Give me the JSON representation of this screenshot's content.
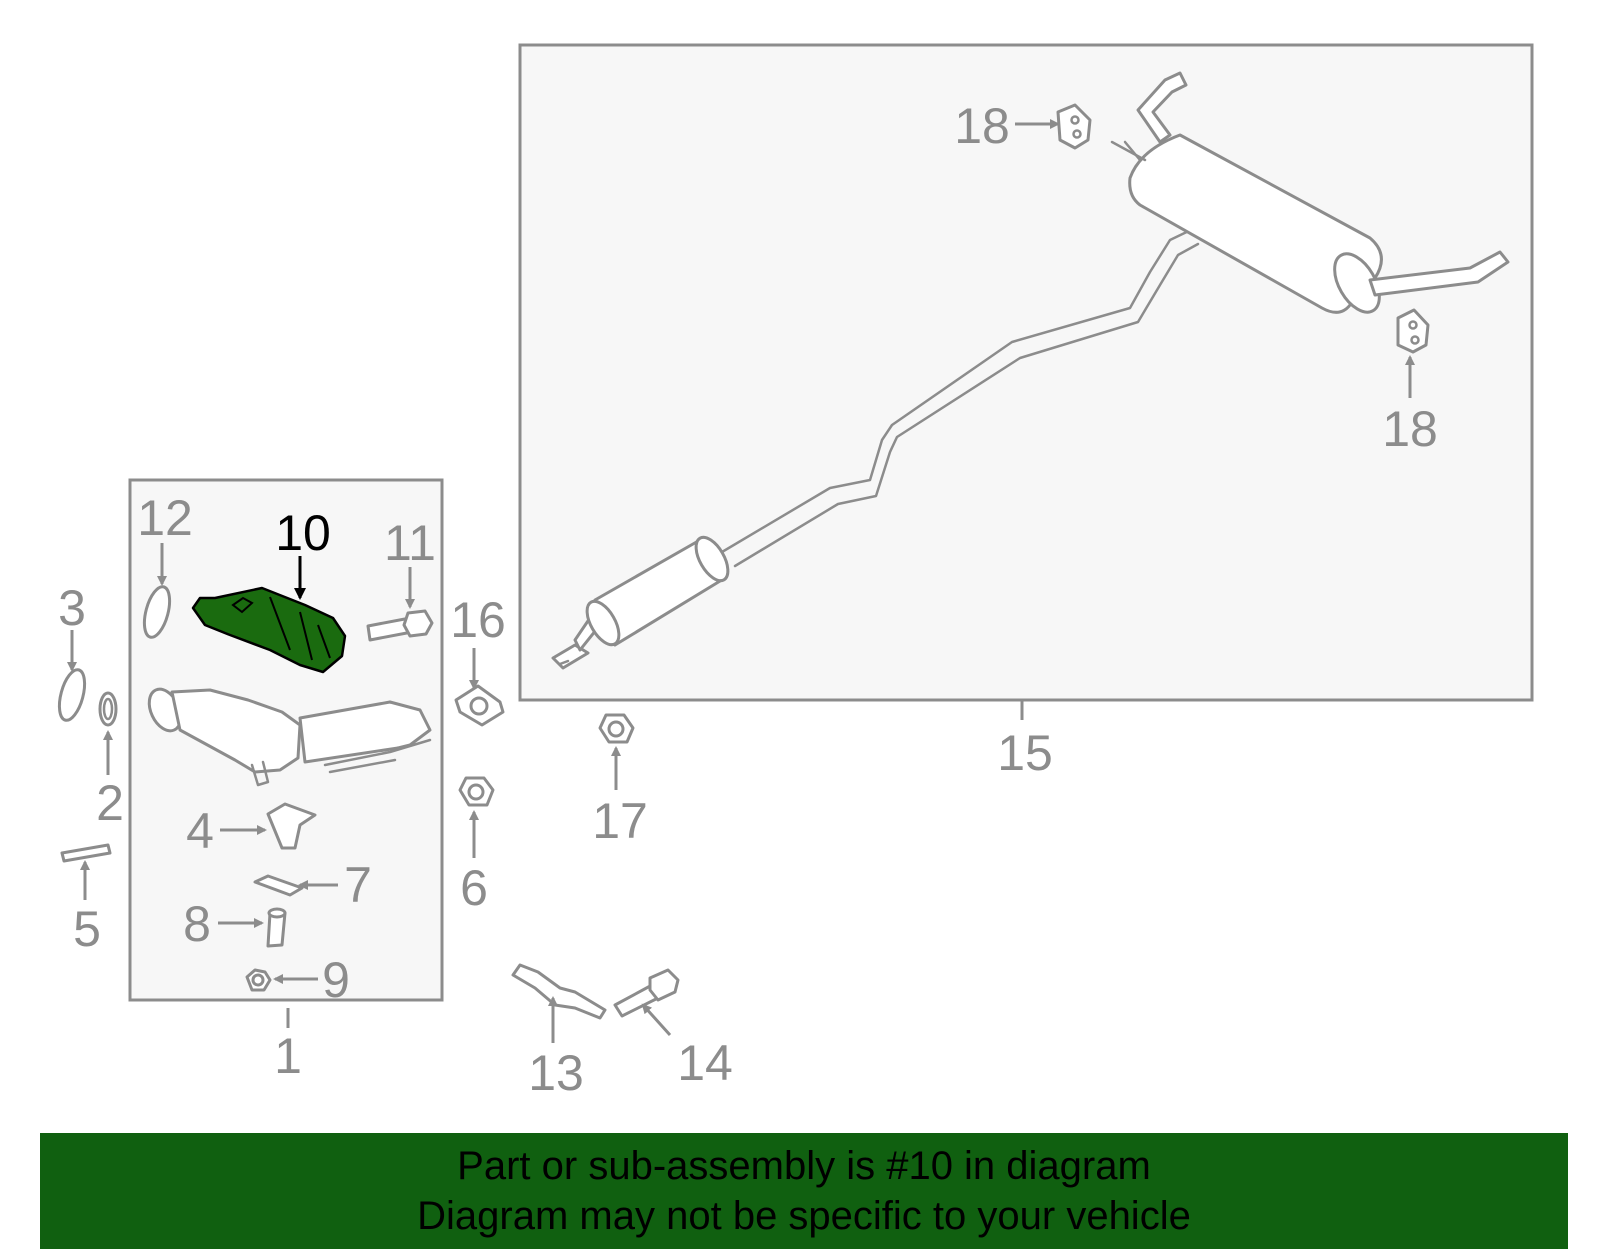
{
  "diagram": {
    "highlight_color": "#1a6b0f",
    "labels": {
      "p1": "1",
      "p2": "2",
      "p3": "3",
      "p4": "4",
      "p5": "5",
      "p6": "6",
      "p7": "7",
      "p8": "8",
      "p9": "9",
      "p10": "10",
      "p11": "11",
      "p12": "12",
      "p13": "13",
      "p14": "14",
      "p15": "15",
      "p16": "16",
      "p17": "17",
      "p18a": "18",
      "p18b": "18"
    }
  },
  "banner": {
    "background": "#106010",
    "line1": "Part or sub-assembly is #10 in diagram",
    "line2": "Diagram may not be specific to your vehicle"
  }
}
